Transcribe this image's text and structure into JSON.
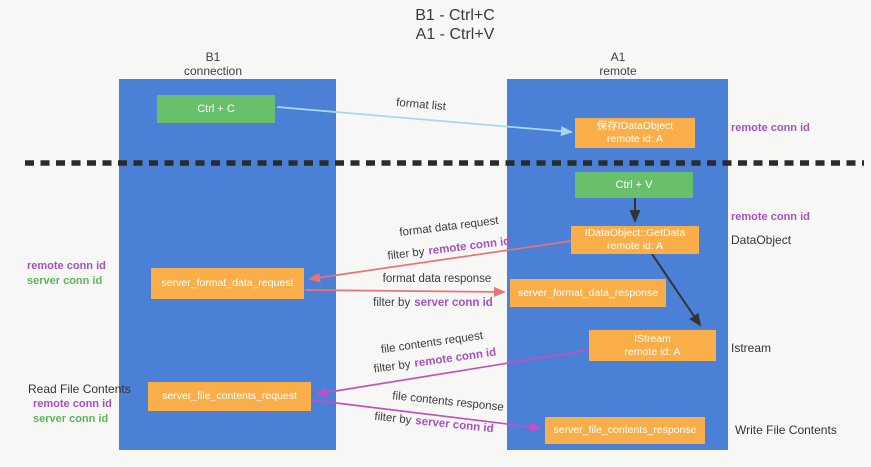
{
  "title": {
    "line1": "B1 - Ctrl+C",
    "line2": "A1 - Ctrl+V"
  },
  "lanes": {
    "b1": {
      "name": "B1",
      "subtitle": "connection"
    },
    "a1": {
      "name": "A1",
      "subtitle": "remote"
    }
  },
  "nodes": {
    "ctrl_c": {
      "label": "Ctrl + C"
    },
    "save_idataobject": {
      "line1": "保存IDataObject",
      "line2": "remote id: A"
    },
    "ctrl_v": {
      "label": "Ctrl + V"
    },
    "getdata": {
      "line1": "IDataObject::GetData",
      "line2": "remote id: A"
    },
    "format_request": {
      "label": "server_format_data_request"
    },
    "format_response": {
      "label": "server_format_data_response"
    },
    "istream": {
      "line1": "IStream",
      "line2": "remote id: A"
    },
    "file_request": {
      "label": "server_file_contents_request"
    },
    "file_response": {
      "label": "server_file_contents_response"
    }
  },
  "edges": {
    "format_list": {
      "label": "format list"
    },
    "format_data_request": {
      "label": "format data request",
      "filter_prefix": "filter by",
      "filter_key": "remote conn id"
    },
    "format_data_response": {
      "label": "format data response",
      "filter_prefix": "filter by",
      "filter_key": "server conn id"
    },
    "file_contents_request": {
      "label": "file contents request",
      "filter_prefix": "filter by",
      "filter_key": "remote conn id"
    },
    "file_contents_response": {
      "label": "file contents response",
      "filter_prefix": "filter by",
      "filter_key": "server conn id"
    }
  },
  "side_labels": {
    "remote_conn_top": "remote conn id",
    "remote_conn_mid": "remote conn id",
    "dataobject": "DataObject",
    "istream": "Istream",
    "write_file": "Write File Contents",
    "left_remote_conn_1": "remote conn id",
    "left_server_conn_1": "server conn id",
    "read_file": "Read File Contents",
    "left_remote_conn_2": "remote conn id",
    "left_server_conn_2": "server conn id"
  },
  "colors": {
    "background": "#f7f8f6",
    "lane_blue": "#4a80d6",
    "box_green": "#68c06c",
    "box_orange": "#f9ae4a",
    "purple": "#a94fc2",
    "label_green": "#5cb55c",
    "arrow_red": "#e87474",
    "arrow_magenta": "#c44fc4",
    "arrow_blue": "#a9d6f2",
    "arrow_black": "#333333",
    "dash_black": "#2b2b2b"
  }
}
